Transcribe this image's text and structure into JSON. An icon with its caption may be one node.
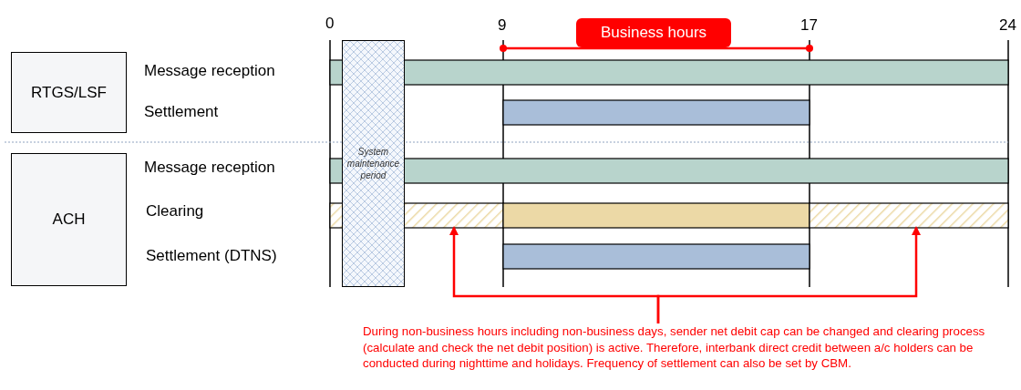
{
  "diagram": {
    "nodes": [
      {
        "text": [
          "Business hours"
        ]
      },
      {
        "text": [
          "RTGS/LSF"
        ]
      },
      {
        "text": [
          "System maintenance period"
        ]
      },
      {
        "text": [],
        "shape": "bar"
      },
      {
        "text": [],
        "shape": "bar"
      },
      {
        "text": [
          "ACH"
        ]
      },
      {
        "text": [],
        "shape": "bar"
      },
      {
        "text": [],
        "shape": "bar"
      },
      {
        "text": [],
        "shape": "bar"
      },
      {
        "text": [],
        "shape": "bar"
      },
      {
        "text": [],
        "shape": "bar"
      },
      {
        "text": [
          "During non-business hours including non-business days, sender net debit cap can be changed and clearing process (calculate and check the net debit position) is active. Therefore, interbank direct credit between a/c holders can be conducted during nighttime and holidays. Frequency of settlement can also be set by CBM."
        ]
      }
    ],
    "edges": [
      {
        "from": 11,
        "to": 7,
        "arrow": "to"
      },
      {
        "from": 11,
        "to": 9,
        "arrow": "to"
      }
    ],
    "labels": [
      "0",
      "9",
      "17",
      "24",
      "Message reception",
      "Settlement",
      "Message reception",
      "Clearing",
      "Settlement (DTNS)"
    ]
  }
}
